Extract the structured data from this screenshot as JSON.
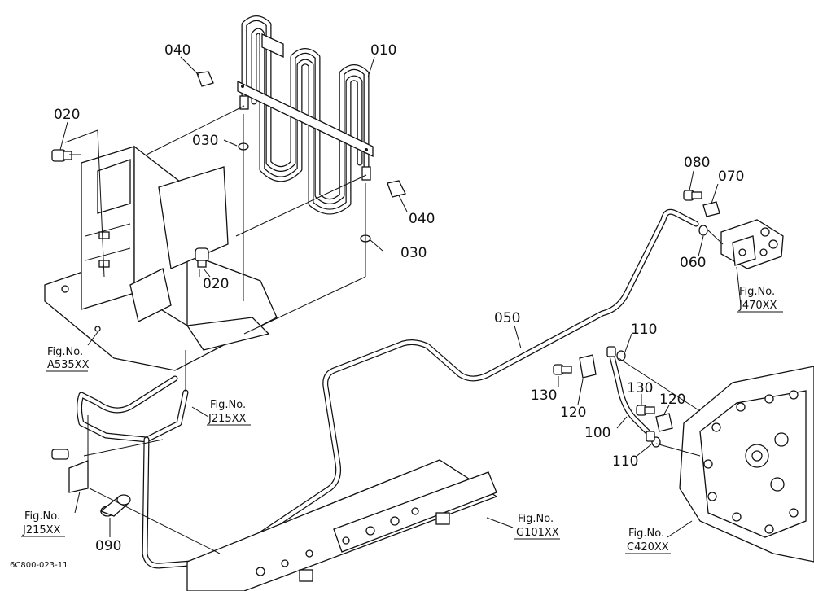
{
  "diagram_code": "6C800-023-11",
  "part_labels": [
    "040",
    "010",
    "020",
    "030",
    "040",
    "030",
    "020",
    "080",
    "070",
    "060",
    "050",
    "110",
    "130",
    "120",
    "130",
    "120",
    "100",
    "110",
    "090"
  ],
  "fig_refs": [
    {
      "line1": "Fig.No.",
      "line2": "A535XX"
    },
    {
      "line1": "Fig.No.",
      "line2": "J215XX"
    },
    {
      "line1": "Fig.No.",
      "line2": "J215XX"
    },
    {
      "line1": "Fig.No.",
      "line2": "J470XX"
    },
    {
      "line1": "Fig.No.",
      "line2": "G101XX"
    },
    {
      "line1": "Fig.No.",
      "line2": "C420XX"
    }
  ]
}
